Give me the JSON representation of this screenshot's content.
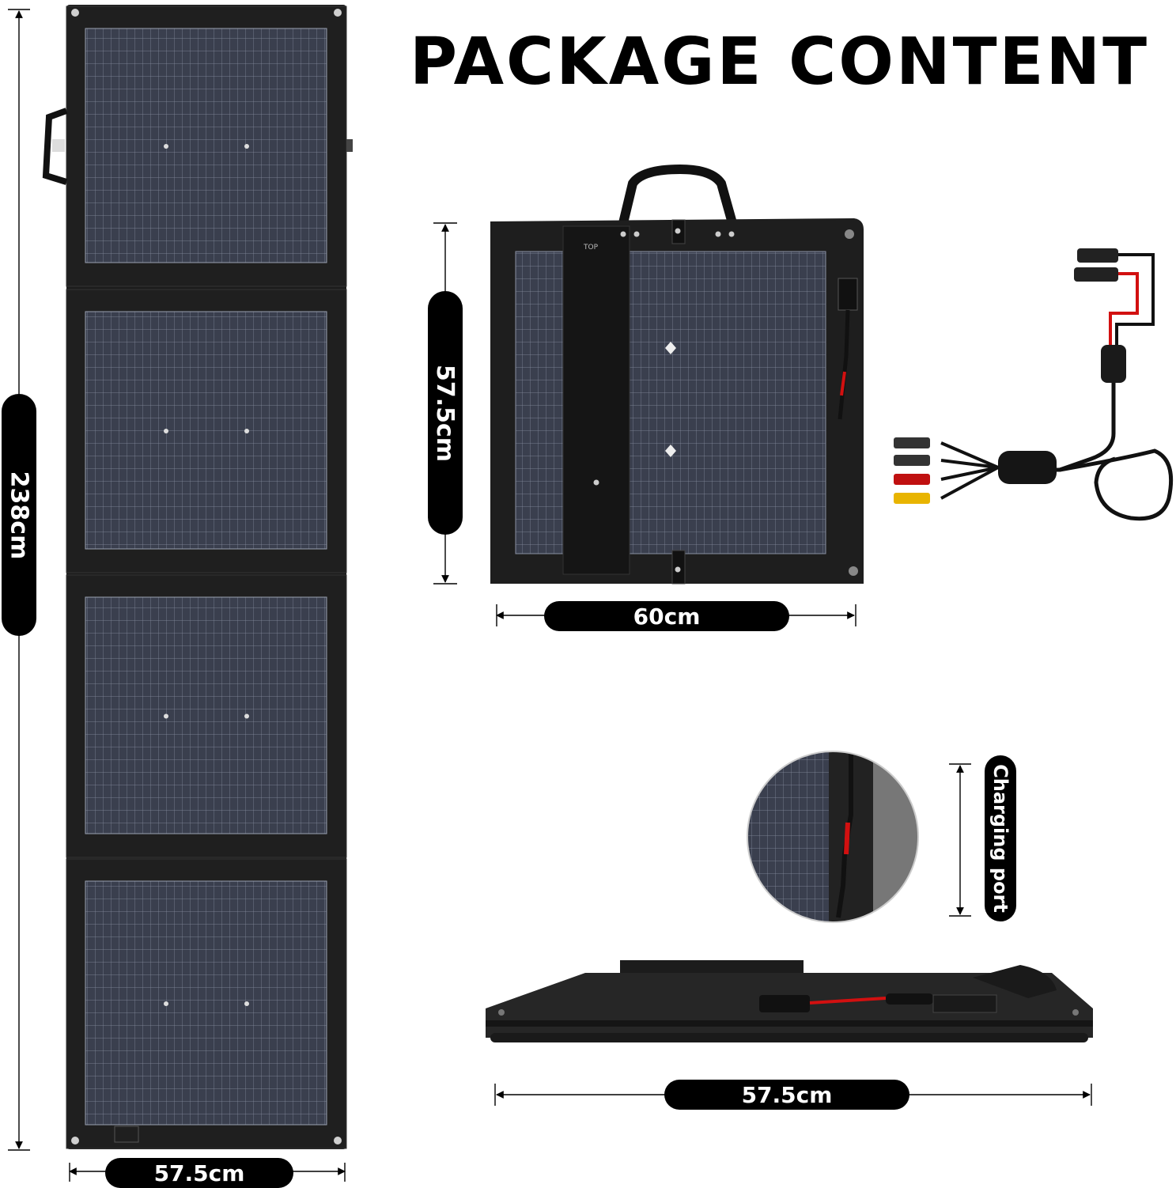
{
  "title": "PACKAGE CONTENT",
  "dimensions": {
    "unfolded_length": "238cm",
    "unfolded_width": "57.5cm",
    "folded_height": "57.5cm",
    "folded_width": "60cm",
    "side_width": "57.5cm"
  },
  "panel_top_label": "TOP",
  "charging_port_label": "Charging port",
  "colors": {
    "panel_frame": "#1c1c1c",
    "cell": "#3a3f4e",
    "grid": "#8a90a2",
    "cable_red": "#d21010",
    "connector_yellow": "#e8b400"
  }
}
